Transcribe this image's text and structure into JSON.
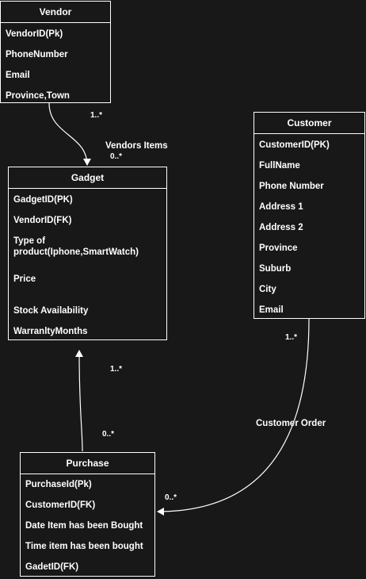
{
  "entities": {
    "vendor": {
      "title": "Vendor",
      "attributes": [
        "VendorID(Pk)",
        "PhoneNumber",
        "Email",
        "Province,Town"
      ]
    },
    "gadget": {
      "title": "Gadget",
      "attributes": [
        "GadgetID(PK)",
        "VendorID(FK)",
        "Type of product(Iphone,SmartWatch)",
        "Price",
        "Stock Availability",
        "WarranltyMonths"
      ]
    },
    "customer": {
      "title": "Customer",
      "attributes": [
        "CustomerID(PK)",
        "FullName",
        "Phone Number",
        "Address 1",
        "Address 2",
        "Province",
        "Suburb",
        "City",
        "Email"
      ]
    },
    "purchase": {
      "title": "Purchase",
      "attributes": [
        "PurchaseId(Pk)",
        "CustomerID(FK)",
        "Date Item has been Bought",
        "Time item has been bought",
        "GadetID(FK)"
      ]
    }
  },
  "relationships": {
    "vendor_gadget": {
      "label": "Vendors Items",
      "source_mult": "1..*",
      "target_mult": "0..*"
    },
    "purchase_gadget": {
      "target_mult": "1..*",
      "source_mult": "0..*"
    },
    "customer_purchase": {
      "label": "Customer Order",
      "source_mult": "1..*",
      "target_mult": "0..*"
    }
  },
  "colors": {
    "background": "#181818",
    "line": "#ffffff",
    "text": "#ffffff"
  }
}
